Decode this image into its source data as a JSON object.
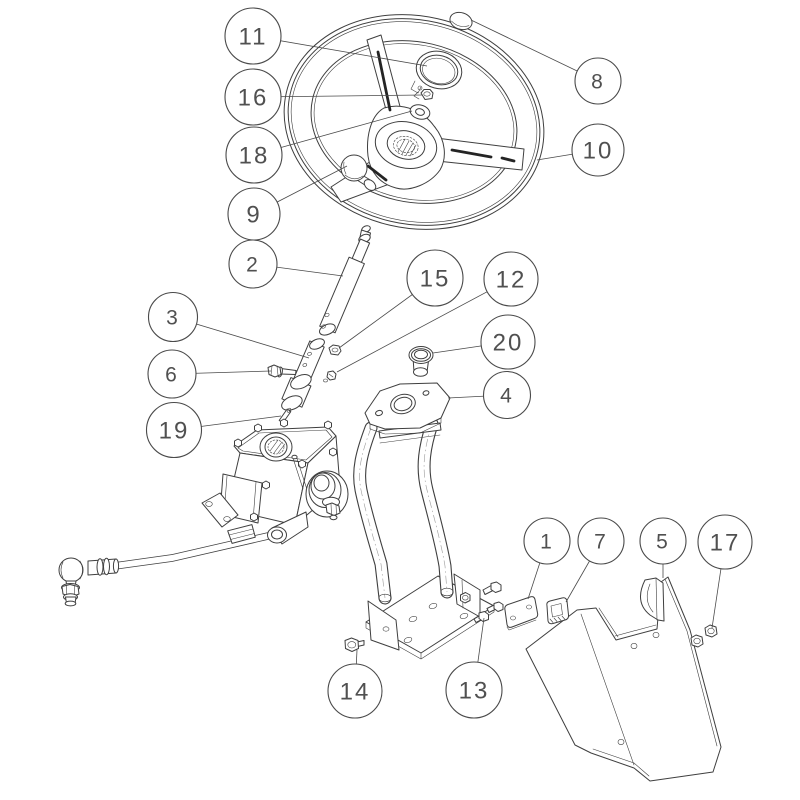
{
  "colors": {
    "background": "#ffffff",
    "line": "#3f3f3f",
    "spoke_slot": "#242424",
    "callout_stroke": "#4a4a4a"
  },
  "callouts": [
    {
      "label": "11"
    },
    {
      "label": "16"
    },
    {
      "label": "18"
    },
    {
      "label": "9"
    },
    {
      "label": "8"
    },
    {
      "label": "10"
    },
    {
      "label": "2"
    },
    {
      "label": "15"
    },
    {
      "label": "12"
    },
    {
      "label": "3"
    },
    {
      "label": "6"
    },
    {
      "label": "20"
    },
    {
      "label": "4"
    },
    {
      "label": "19"
    },
    {
      "label": "1"
    },
    {
      "label": "7"
    },
    {
      "label": "5"
    },
    {
      "label": "17"
    },
    {
      "label": "14"
    },
    {
      "label": "13"
    }
  ]
}
